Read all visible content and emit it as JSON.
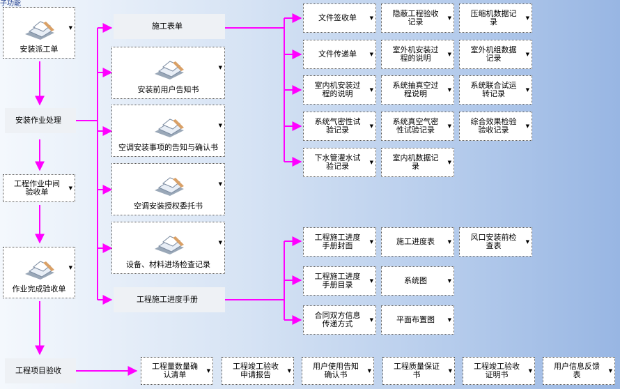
{
  "window": {
    "title": "子功能"
  },
  "colors": {
    "arrow": "#ff00ff",
    "box_bg": "#ffffff"
  },
  "icons": {
    "node_icon": "document-box-icon",
    "dropdown": "dropdown-arrow-icon"
  },
  "left_column": {
    "dispatch": "安装派工单",
    "process": "安装作业处理",
    "midcheck": "工程作业中间\n验收单",
    "complete": "作业完成验收单",
    "final": "工程项目验收"
  },
  "middle_column": {
    "form": "施工表单",
    "notice": "安装前用户告知书",
    "ac_notice": "空调安装事项的告知与确认书",
    "authorize": "空调安装授权委托书",
    "materials": "设备、材料进场检查记录",
    "manual": "工程施工进度手册"
  },
  "form_items": [
    "文件签收单",
    "隐蔽工程验收\n记录",
    "压缩机数据记\n录",
    "文件传递单",
    "室外机安装过\n程的说明",
    "室外机组数据\n记录",
    "室内机安装过\n程的说明",
    "系统抽真空过\n程说明",
    "系统联合试运\n转记录",
    "系统气密性试\n验记录",
    "系统真空气密\n性试验记录",
    "综合效果检验\n验收记录",
    "下水管灌水试\n验记录",
    "室内机数据记\n录"
  ],
  "manual_items": [
    "工程施工进度\n手册封面",
    "施工进度表",
    "风口安装前检\n查表",
    "工程施工进度\n手册目录",
    "系统图",
    "合同双方信息\n传递方式",
    "平面布置图"
  ],
  "bottom_items": [
    "工程量数量确\n认清单",
    "工程竣工验收\n申请报告",
    "用户使用告知\n确认书",
    "工程质量保证\n书",
    "工程竣工验收\n证明书",
    "用户信息反馈\n表"
  ]
}
